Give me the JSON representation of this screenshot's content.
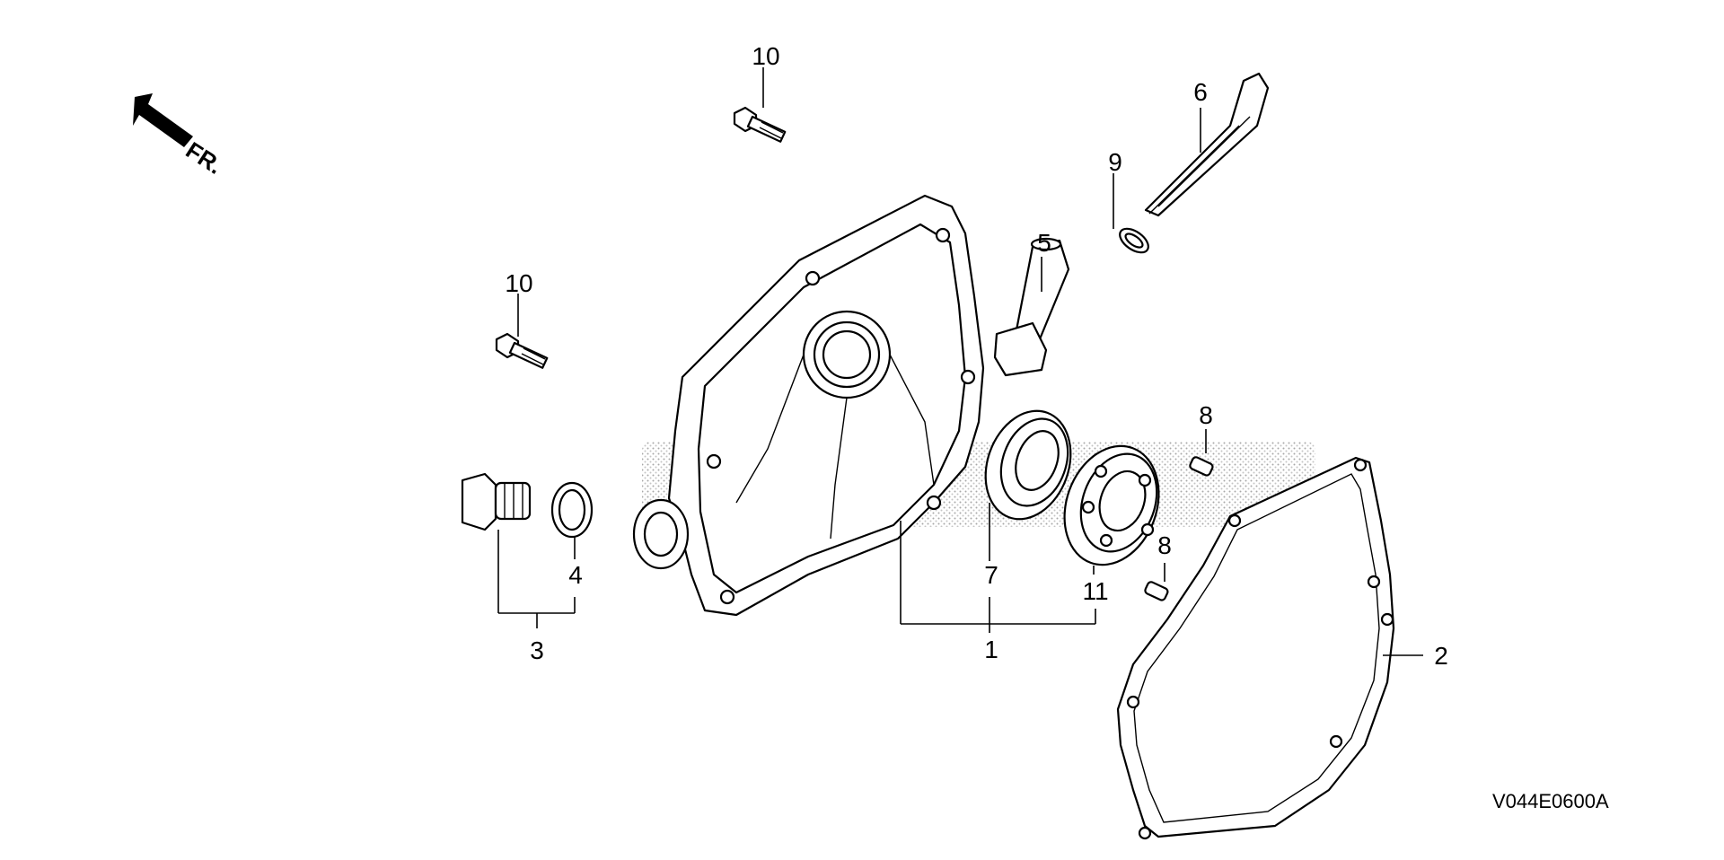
{
  "diagram": {
    "orientation_label": "FR.",
    "drawing_code": "V044E0600A",
    "callouts": {
      "c1": "1",
      "c2": "2",
      "c3": "3",
      "c4": "4",
      "c5": "5",
      "c6": "6",
      "c7": "7",
      "c8a": "8",
      "c8b": "8",
      "c9": "9",
      "c10a": "10",
      "c10b": "10",
      "c11": "11"
    }
  }
}
